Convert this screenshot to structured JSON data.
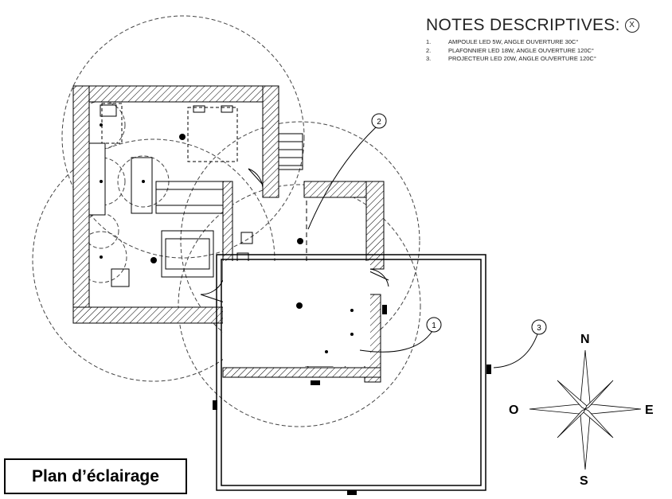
{
  "notes": {
    "title": "NOTES DESCRIPTIVES:",
    "badge": "X",
    "items": [
      {
        "num": "1.",
        "text": "AMPOULE LED 5W, ANGLE OUVERTURE 30C°"
      },
      {
        "num": "2.",
        "text": "PLAFONNIER LED 18W, ANGLE OUVERTURE 120C°"
      },
      {
        "num": "3.",
        "text": "PROJECTEUR LED 20W, ANGLE OUVERTURE 120C°"
      }
    ]
  },
  "callouts": [
    "1",
    "2",
    "3"
  ],
  "compass": {
    "north": "N",
    "south": "S",
    "east": "E",
    "west": "O"
  },
  "plan_label": "Plan d’éclairage"
}
